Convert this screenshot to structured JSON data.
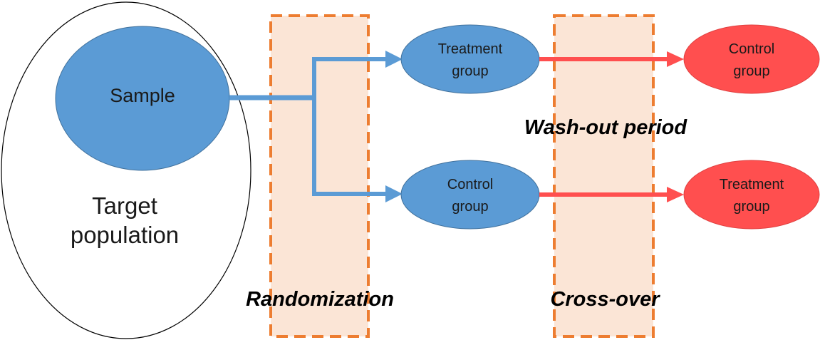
{
  "diagram": {
    "sample": "Sample",
    "target_population": [
      "Target",
      "population"
    ],
    "period1": {
      "top": [
        "Treatment",
        "group"
      ],
      "bottom": [
        "Control",
        "group"
      ]
    },
    "period2": {
      "top": [
        "Control",
        "group"
      ],
      "bottom": [
        "Treatment",
        "group"
      ]
    },
    "stages": {
      "randomization": "Randomization",
      "washout": "Wash-out period",
      "crossover": "Cross-over"
    }
  },
  "colors": {
    "blue": "#5B9BD5",
    "red": "#FF4F4F",
    "orange_dash": "#ED7D31",
    "band_fill": "#FBE5D6",
    "outline": "#000000"
  }
}
